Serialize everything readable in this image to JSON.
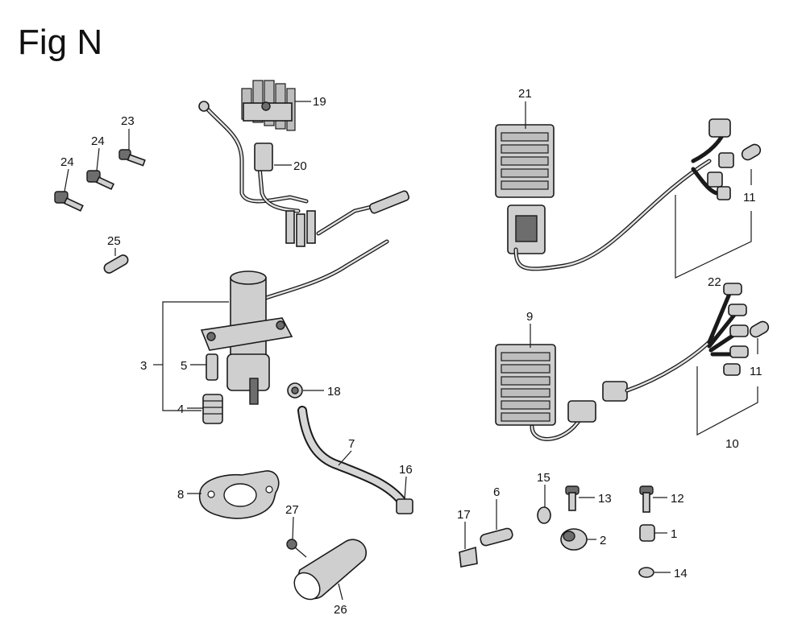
{
  "figure": {
    "title": "Fig N"
  },
  "callouts": [
    {
      "id": "c19",
      "text": "19"
    },
    {
      "id": "c20",
      "text": "20"
    },
    {
      "id": "c21",
      "text": "21"
    },
    {
      "id": "c22",
      "text": "22"
    },
    {
      "id": "c23",
      "text": "23"
    },
    {
      "id": "c24a",
      "text": "24"
    },
    {
      "id": "c24b",
      "text": "24"
    },
    {
      "id": "c25",
      "text": "25"
    },
    {
      "id": "c3",
      "text": "3"
    },
    {
      "id": "c5",
      "text": "5"
    },
    {
      "id": "c4",
      "text": "4"
    },
    {
      "id": "c18",
      "text": "18"
    },
    {
      "id": "c7",
      "text": "7"
    },
    {
      "id": "c16",
      "text": "16"
    },
    {
      "id": "c8",
      "text": "8"
    },
    {
      "id": "c27",
      "text": "27"
    },
    {
      "id": "c26",
      "text": "26"
    },
    {
      "id": "c17",
      "text": "17"
    },
    {
      "id": "c6",
      "text": "6"
    },
    {
      "id": "c15",
      "text": "15"
    },
    {
      "id": "c13",
      "text": "13"
    },
    {
      "id": "c2",
      "text": "2"
    },
    {
      "id": "c12",
      "text": "12"
    },
    {
      "id": "c1",
      "text": "1"
    },
    {
      "id": "c14",
      "text": "14"
    },
    {
      "id": "c9",
      "text": "9"
    },
    {
      "id": "c10",
      "text": "10"
    },
    {
      "id": "c11a",
      "text": "11"
    },
    {
      "id": "c11b",
      "text": "11"
    }
  ]
}
